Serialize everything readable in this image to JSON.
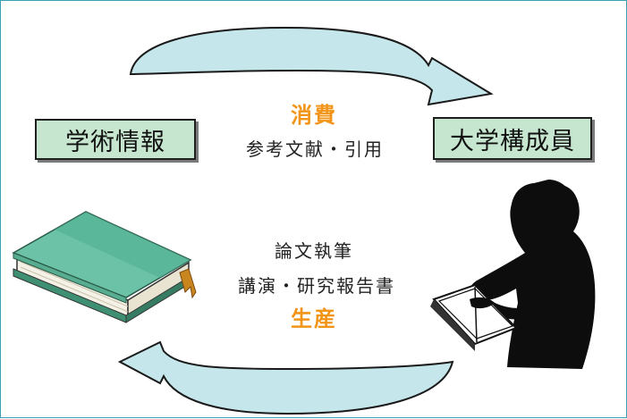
{
  "left_box": {
    "label": "学術情報"
  },
  "right_box": {
    "label": "大学構成員"
  },
  "consume": {
    "label": "消費",
    "description": "参考文献・引用"
  },
  "produce": {
    "label": "生産",
    "line1": "論文執筆",
    "line2": "講演・研究報告書"
  },
  "colors": {
    "box_fill": "#c6e6cf",
    "arrow_fill": "#c5e6ea",
    "highlight": "#f29417",
    "frame": "#3aa0b3",
    "book_cover": "#6cc2a6",
    "silhouette": "#0d0d0d"
  }
}
